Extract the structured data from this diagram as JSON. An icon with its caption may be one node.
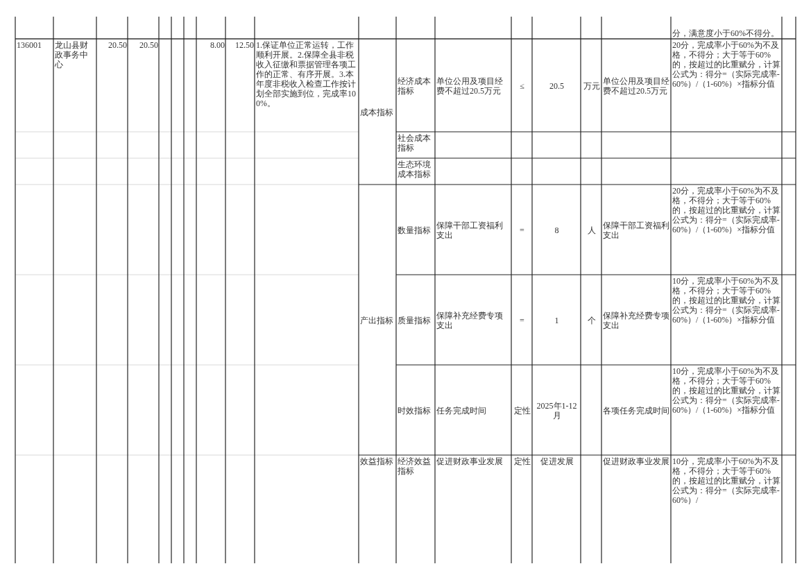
{
  "diagram": {
    "labels": [
      "分，满意度小于60%不得分。",
      "136001",
      "龙山县财政事务中心",
      "20.50",
      "20.50",
      "8.00",
      "12.50",
      "1.保证单位正常运转，工作顺利开展。2.保障全县非税收入征缴和票据管理各项工作的正常、有序开展。3.本年度非税收入检查工作按计划全部实施到位，完成率100%。",
      "成本指标",
      "经济成本指标",
      "单位公用及项目经费不超过20.5万元",
      "≤",
      "20.5",
      "万元",
      "单位公用及项目经费不超过20.5万元",
      "20分，完成率小于60%为不及格，不得分；大于等于60%的，按超过的比重赋分，计算公式为：得分=（实际完成率-60%）/（1-60%）×指标分值",
      "社会成本指标",
      "生态环境成本指标",
      "产出指标",
      "数量指标",
      "保障干部工资福利支出",
      "=",
      "8",
      "人",
      "保障干部工资福利支出",
      "20分，完成率小于60%为不及格，不得分；大于等于60%的，按超过的比重赋分，计算公式为：得分=（实际完成率-60%）/（1-60%）×指标分值",
      "质量指标",
      "保障补充经费专项支出",
      "=",
      "1",
      "个",
      "保障补充经费专项支出",
      "10分，完成率小于60%为不及格，不得分；大于等于60%的，按超过的比重赋分，计算公式为：得分=（实际完成率-60%）/（1-60%）×指标分值",
      "时效指标",
      "任务完成时间",
      "定性",
      "2025年1-12月",
      "各项任务完成时间",
      "10分，完成率小于60%为不及格，不得分；大于等于60%的，按超过的比重赋分，计算公式为：得分=（实际完成率-60%）/（1-60%）×指标分值",
      "效益指标",
      "经济效益指标",
      "促进财政事业发展",
      "定性",
      "促进发展",
      "促进财政事业发展",
      "10分，完成率小于60%为不及格，不得分；大于等于60%的，按超过的比重赋分，计算公式为：得分=（实际完成率-60%）/"
    ]
  }
}
